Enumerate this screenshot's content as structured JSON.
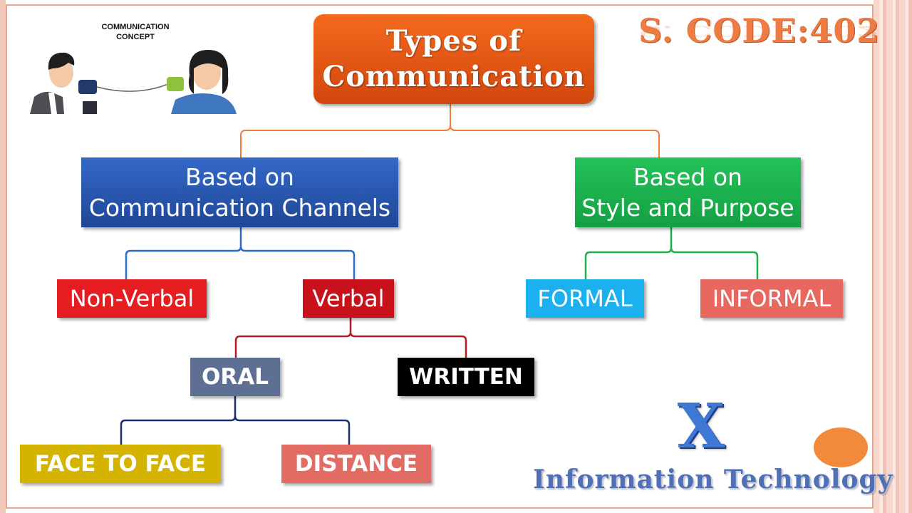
{
  "title": "Types of\nCommunication",
  "subject_code": "S. CODE:402",
  "illustration": {
    "caption": "COMMUNICATION\nCONCEPT"
  },
  "branches": {
    "channels": {
      "label": "Based on\nCommunication Channels",
      "children": {
        "nonverbal": "Non-Verbal",
        "verbal": "Verbal",
        "verbal_children": {
          "oral": "ORAL",
          "written": "WRITTEN",
          "oral_children": {
            "face": "FACE TO FACE",
            "distance": "DISTANCE"
          }
        }
      }
    },
    "style": {
      "label": "Based on\nStyle and Purpose",
      "children": {
        "formal": "FORMAL",
        "informal": "INFORMAL"
      }
    }
  },
  "class_label": "X",
  "subject_name": "Information Technology",
  "colors": {
    "title": "#e2551a",
    "channels": "#2a57b0",
    "style": "#1bb04e",
    "nonverbal": "#e51d20",
    "verbal": "#c8121b",
    "formal": "#1cb0ee",
    "informal": "#e8675f",
    "oral": "#5d6f93",
    "written": "#000000",
    "face": "#d4b400",
    "distance": "#e26b63",
    "accent": "#ee7a44"
  }
}
